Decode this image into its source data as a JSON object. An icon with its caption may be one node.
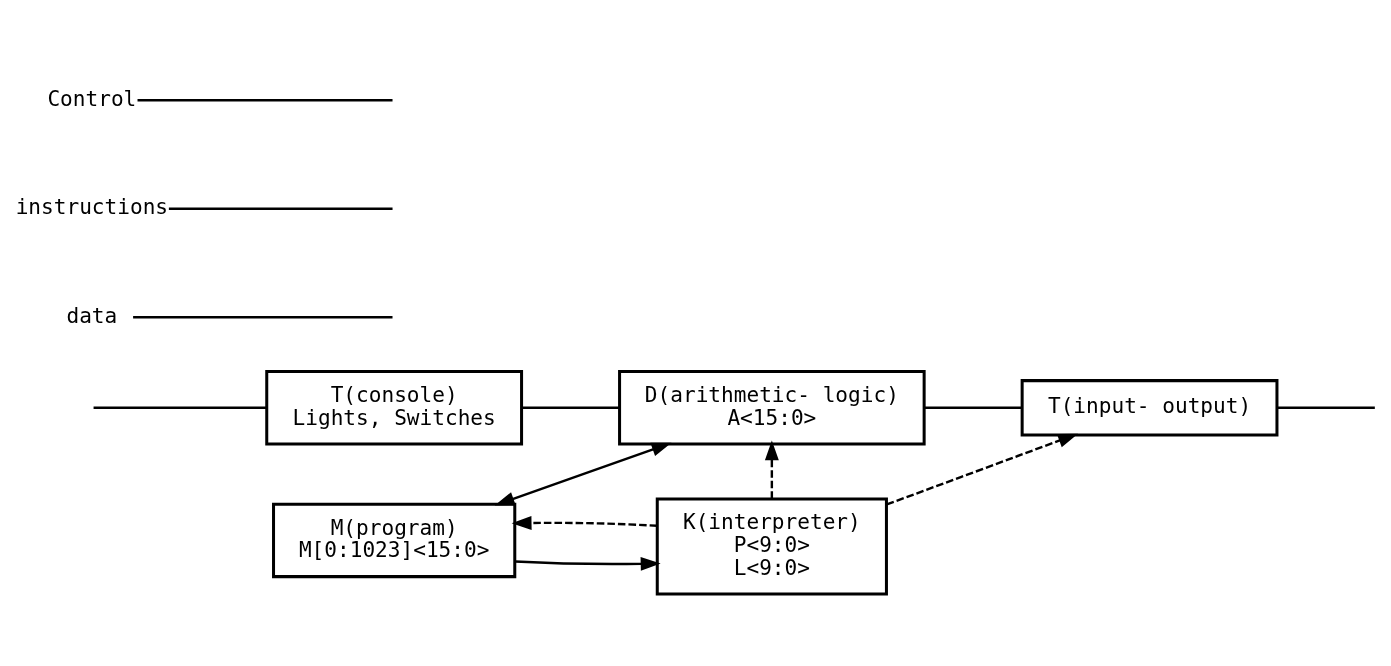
{
  "diagram": {
    "nodes": [
      {
        "text": [
          "T(console)",
          "Lights, Switches"
        ]
      },
      {
        "text": [
          "M(program)",
          "M[0:1023]<15:0>"
        ]
      },
      {
        "text": [
          "D(arithmetic- logic)",
          "A<15:0>"
        ]
      },
      {
        "text": [
          "T(input- output)"
        ]
      },
      {
        "text": [
          "K(interpreter)",
          "P<9:0>",
          "L<9:0>"
        ]
      },
      {
        "text": [
          "data"
        ]
      },
      {
        "text": [
          "instructions"
        ]
      },
      {
        "text": [
          "Control"
        ]
      }
    ],
    "edges": [
      {
        "from": null,
        "to": 0,
        "arrow": "none"
      },
      {
        "from": 0,
        "to": 2,
        "arrow": "none"
      },
      {
        "from": 1,
        "to": 2,
        "arrow": "both"
      },
      {
        "from": 2,
        "to": 3,
        "arrow": "none"
      },
      {
        "from": 3,
        "to": null,
        "arrow": "none"
      },
      {
        "from": 4,
        "to": 1,
        "arrow": "to",
        "style": "dashed"
      },
      {
        "from": 4,
        "to": 2,
        "arrow": "to",
        "style": "dashed"
      },
      {
        "from": 4,
        "to": 3,
        "arrow": "to",
        "style": "dashed"
      },
      {
        "from": 1,
        "to": 4,
        "arrow": "to"
      },
      {
        "from": 5,
        "to": null,
        "arrow": "none"
      },
      {
        "from": 6,
        "to": null,
        "arrow": "none"
      },
      {
        "from": 7,
        "to": null,
        "arrow": "none"
      }
    ]
  }
}
